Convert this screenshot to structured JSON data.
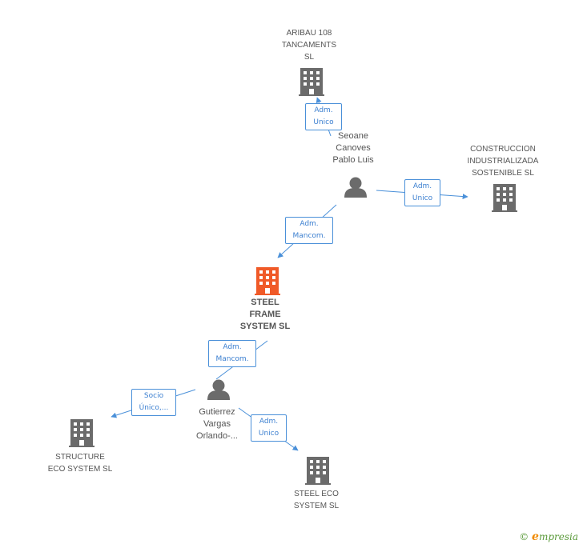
{
  "colors": {
    "edge": "#4a90d9",
    "building": "#6b6b6b",
    "focus_building": "#f05a28",
    "person": "#6b6b6b"
  },
  "nodes": {
    "aribau": {
      "label_lines": [
        "ARIBAU 108",
        "TANCAMENTS",
        "SL"
      ],
      "icon": "building-icon"
    },
    "seoane": {
      "label_lines": [
        "Seoane",
        "Canoves",
        "Pablo Luis"
      ],
      "icon": "person-icon"
    },
    "construccion": {
      "label_lines": [
        "CONSTRUCCION",
        "INDUSTRIALIZADA",
        "SOSTENIBLE SL"
      ],
      "icon": "building-icon"
    },
    "steel_frame": {
      "label_lines": [
        "STEEL",
        "FRAME",
        "SYSTEM SL"
      ],
      "icon": "building-icon"
    },
    "gutierrez": {
      "label_lines": [
        "Gutierrez",
        "Vargas",
        "Orlando-..."
      ],
      "icon": "person-icon"
    },
    "structure_eco": {
      "label_lines": [
        "STRUCTURE",
        "ECO SYSTEM SL"
      ],
      "icon": "building-icon"
    },
    "steel_eco": {
      "label_lines": [
        "STEEL ECO",
        "SYSTEM SL"
      ],
      "icon": "building-icon"
    }
  },
  "edges": {
    "seoane_aribau": [
      "Adm.",
      "Unico"
    ],
    "seoane_construccion": [
      "Adm.",
      "Unico"
    ],
    "seoane_steel_frame": [
      "Adm.",
      "Mancom."
    ],
    "gutierrez_steel_frame": [
      "Adm.",
      "Mancom."
    ],
    "gutierrez_structure_eco": [
      "Socio",
      "Único,..."
    ],
    "gutierrez_steel_eco": [
      "Adm.",
      "Unico"
    ]
  },
  "footer": {
    "copyright": "©",
    "brand_initial": "e",
    "brand_rest": "mpresia"
  }
}
